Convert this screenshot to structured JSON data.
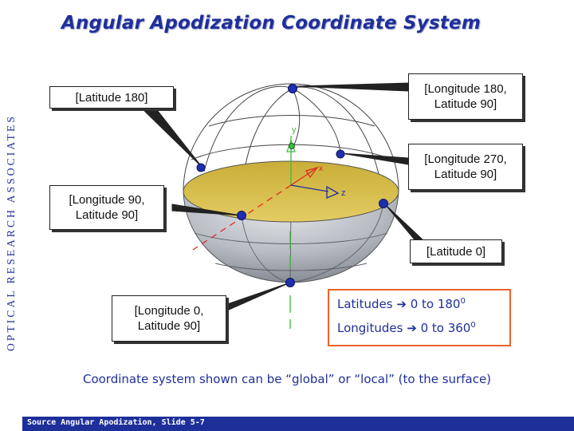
{
  "title": "Angular Apodization Coordinate System",
  "brand": "OPTICAL RESEARCH ASSOCIATES",
  "axes": {
    "y": "y",
    "x": "x",
    "z": "z"
  },
  "labels": {
    "latitude_180": "[Latitude 180]",
    "lon180_line1": "[Longitude 180,",
    "lon180_line2": "Latitude 90]",
    "lon270_line1": "[Longitude 270,",
    "lon270_line2": "Latitude 90]",
    "lon90_line1": "[Longitude 90,",
    "lon90_line2": "Latitude 90]",
    "latitude_0": "[Latitude 0]",
    "lon0_line1": "[Longitude 0,",
    "lon0_line2": "Latitude 90]"
  },
  "ranges": {
    "latitudes_label": "Latitudes",
    "latitudes_range": "0 to 180",
    "longitudes_label": "Longitudes",
    "longitudes_range": "0 to 360",
    "degree_mark": "0"
  },
  "caption": "Coordinate system shown can be “global” or “local” (to the surface)",
  "footer": "Source Angular Apodization, Slide 5-7",
  "colors": {
    "accent": "#1f2f9a",
    "range_border": "#e8642c",
    "equator_fill": "#d9c04a",
    "sphere": "#b9bdc4"
  }
}
